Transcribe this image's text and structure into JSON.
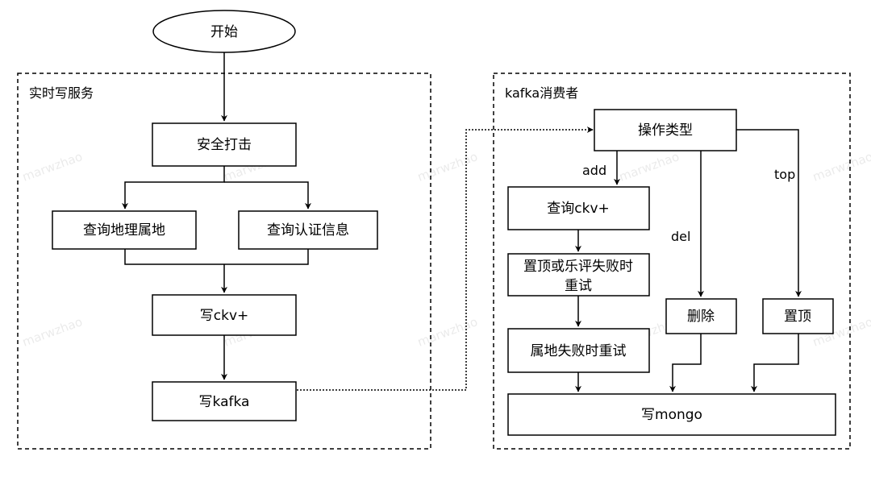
{
  "groups": {
    "realtime_service": "实时写服务",
    "kafka_consumer": "kafka消费者"
  },
  "nodes": {
    "start": "开始",
    "security": "安全打击",
    "query_geo": "查询地理属地",
    "query_auth": "查询认证信息",
    "write_ckv": "写ckv+",
    "write_kafka": "写kafka",
    "op_type": "操作类型",
    "query_ckv": "查询ckv+",
    "retry_top_line1": "置顶或乐评失败时",
    "retry_top_line2": "重试",
    "retry_geo": "属地失败时重试",
    "delete": "删除",
    "pin_top": "置顶",
    "write_mongo": "写mongo"
  },
  "edge_labels": {
    "add": "add",
    "del": "del",
    "top": "top"
  },
  "watermark": "marwzhao"
}
